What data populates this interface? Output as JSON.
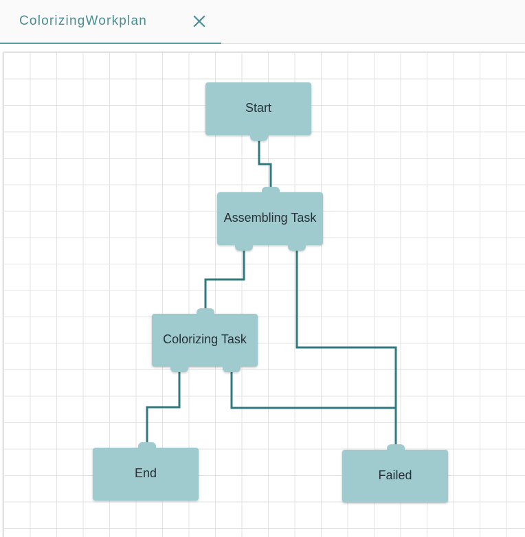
{
  "tab": {
    "title": "ColorizingWorkplan",
    "close_icon": "close-icon"
  },
  "colors": {
    "accent": "#4a8d95",
    "node_fill": "#9fcbcf",
    "edge": "#2e7a80",
    "grid": "#e3e3e3"
  },
  "workplan": {
    "nodes": [
      {
        "id": "start",
        "label": "Start"
      },
      {
        "id": "assembling",
        "label": "Assembling Task"
      },
      {
        "id": "colorizing",
        "label": "Colorizing Task"
      },
      {
        "id": "end",
        "label": "End"
      },
      {
        "id": "failed",
        "label": "Failed"
      }
    ],
    "edges": [
      {
        "from": "start",
        "to": "assembling"
      },
      {
        "from": "assembling",
        "to": "colorizing"
      },
      {
        "from": "assembling",
        "to": "failed"
      },
      {
        "from": "colorizing",
        "to": "end"
      },
      {
        "from": "colorizing",
        "to": "failed"
      }
    ]
  }
}
